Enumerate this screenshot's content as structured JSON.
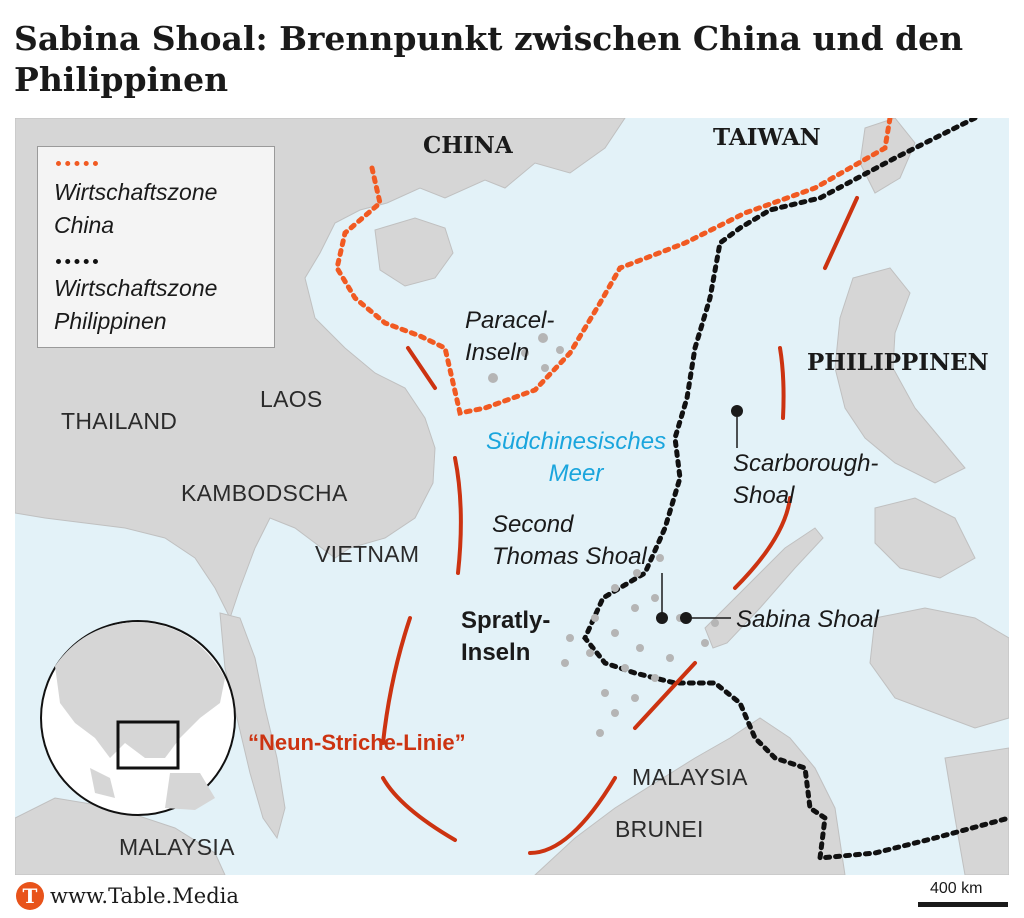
{
  "title": "Sabina Shoal: Brennpunkt zwischen China und den Philippinen",
  "legend": {
    "china_zone": "Wirtschaftszone\nChina",
    "philippines_zone": "Wirtschaftszone\nPhilippinen",
    "china_color": "#f15a22",
    "philippines_color": "#111111"
  },
  "labels": {
    "china": "CHINA",
    "taiwan": "TAIWAN",
    "philippinen": "PHILIPPINEN",
    "thailand": "THAILAND",
    "laos": "LAOS",
    "kambodscha": "KAMBODSCHA",
    "vietnam": "VIETNAM",
    "malaysia_east": "MALAYSIA",
    "malaysia_west": "MALAYSIA",
    "brunei": "BRUNEI",
    "paracel": "Paracel-\nInseln",
    "sea": "Südchinesisches\nMeer",
    "scarborough": "Scarborough-\nShoal",
    "second_thomas": "Second\nThomas Shoal",
    "sabina": "Sabina Shoal",
    "spratly": "Spratly-\nInseln",
    "nine_dash": "“Neun-Striche-Linie”"
  },
  "colors": {
    "water": "#e3f2f8",
    "land": "#d6d6d6",
    "nine_dash": "#cc3311",
    "sea_label": "#1aa5dd",
    "brand": "#e8531a"
  },
  "footer": {
    "logo": "T",
    "url": "www.Table.Media"
  },
  "scale": {
    "label": "400 km"
  }
}
